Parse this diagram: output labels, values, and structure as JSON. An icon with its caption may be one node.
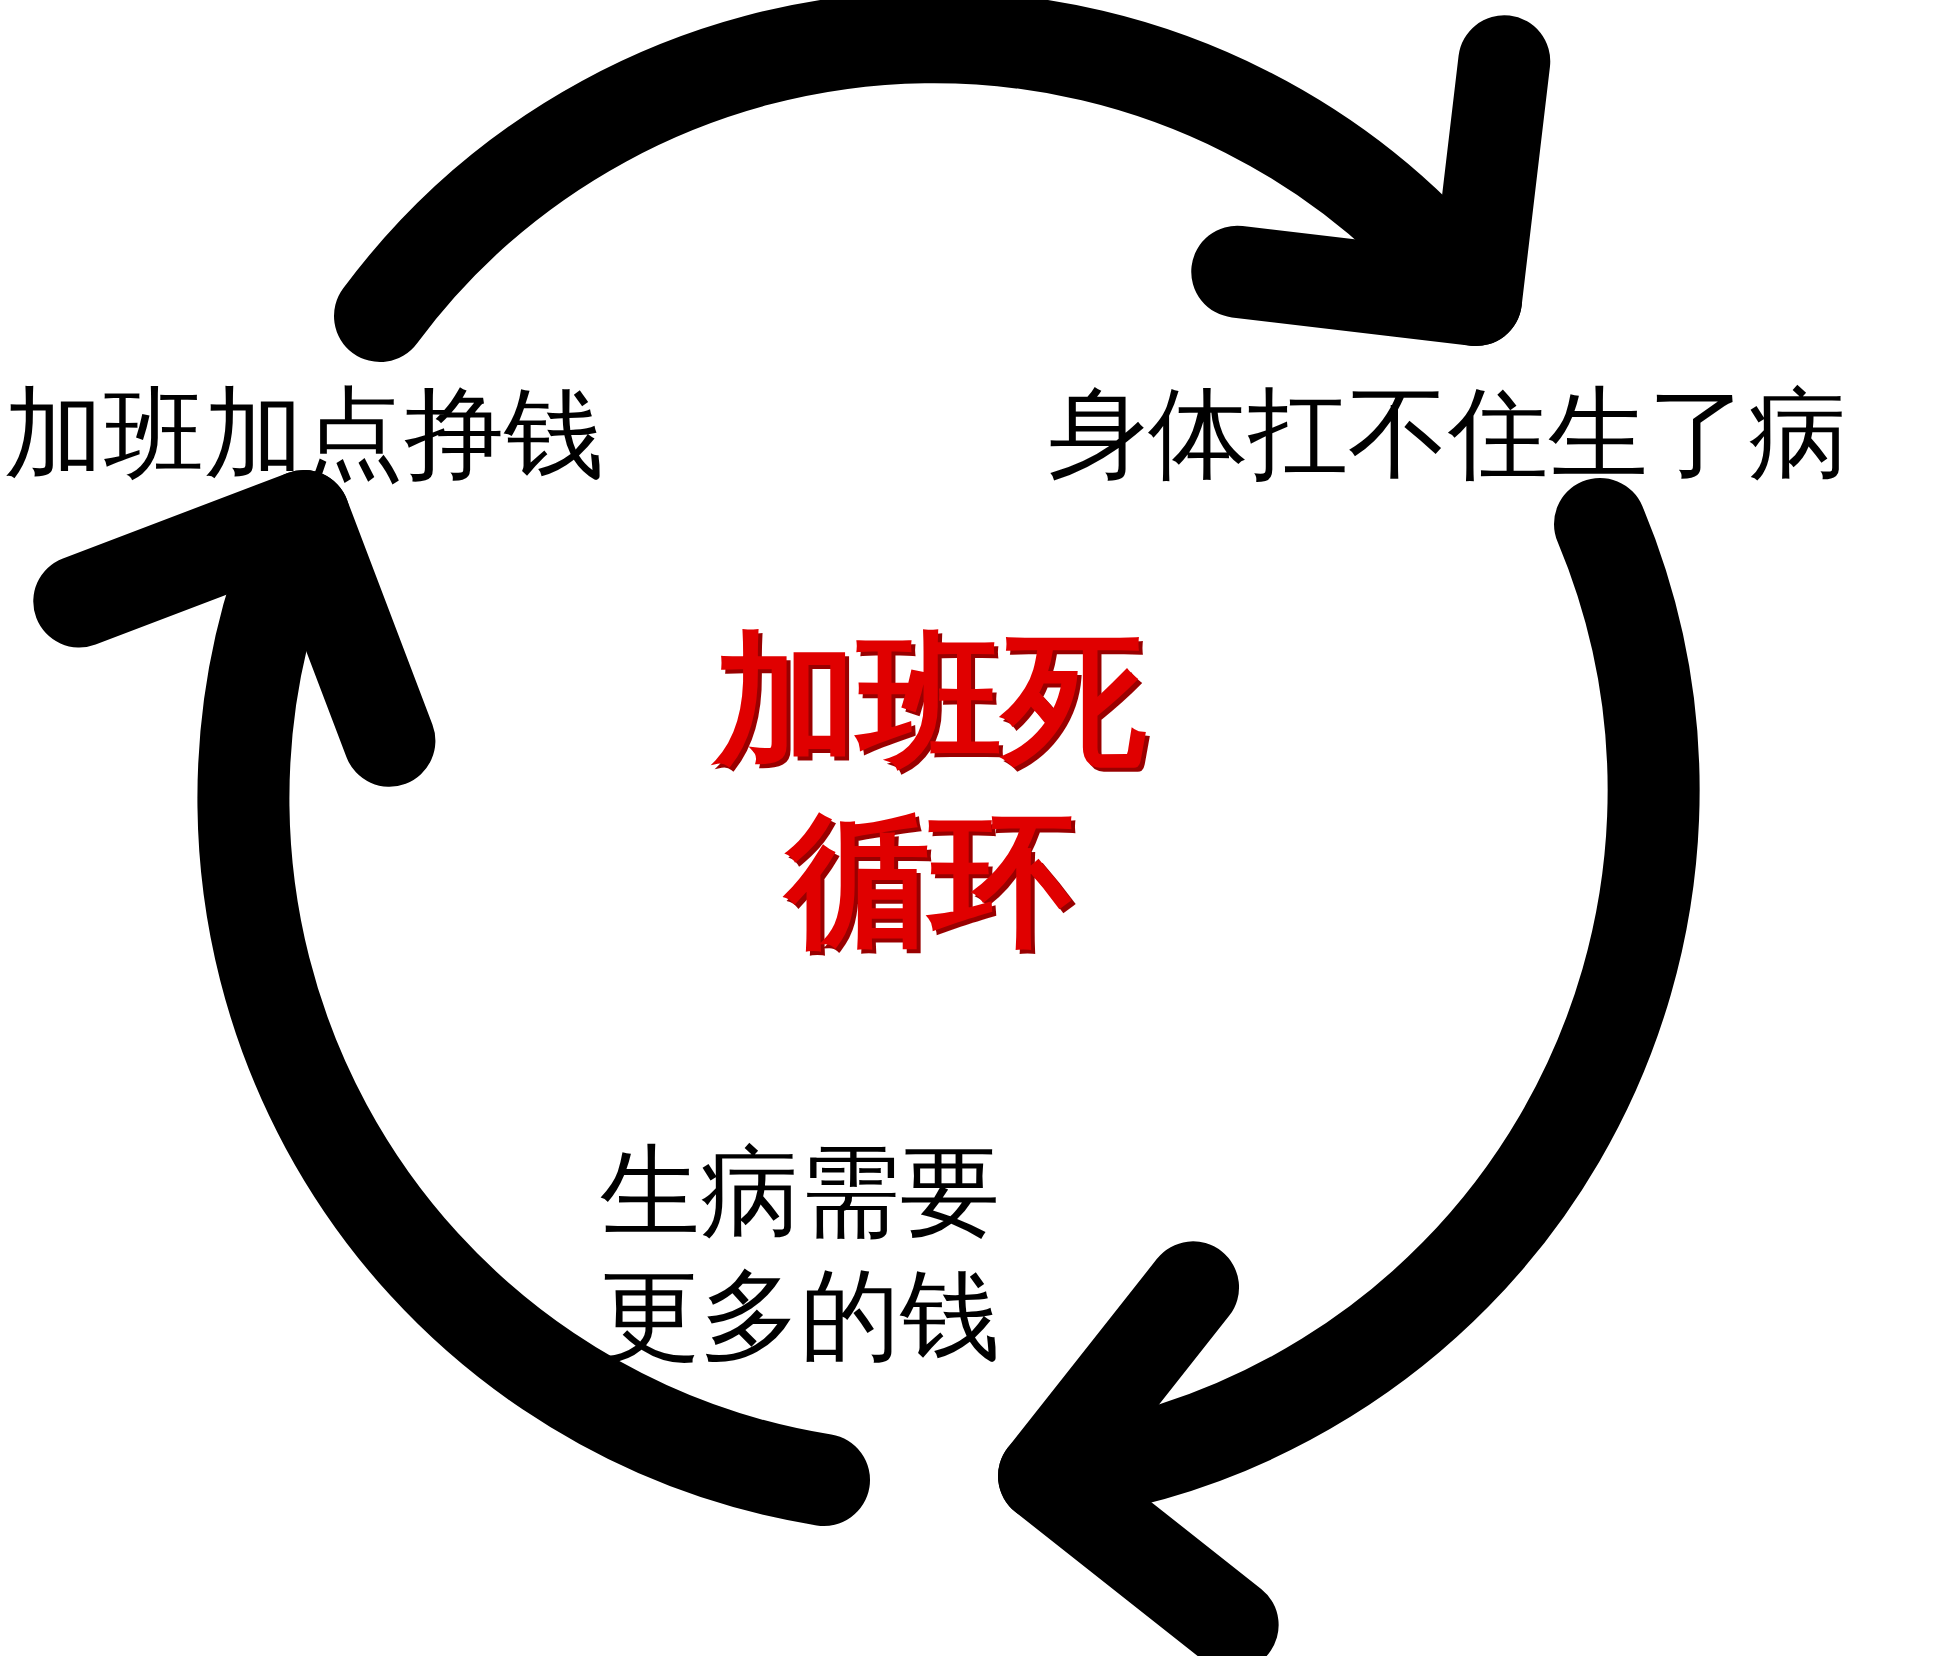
{
  "diagram": {
    "title": "加班死循环",
    "nodes": [
      {
        "text": [
          "加班加点挣钱"
        ]
      },
      {
        "text": [
          "身体扛不住生了病"
        ]
      },
      {
        "text": [
          "生病需要更多的钱"
        ]
      }
    ],
    "edges": [
      {
        "from": 0,
        "to": 1,
        "arrow": "to"
      },
      {
        "from": 1,
        "to": 2,
        "arrow": "to"
      },
      {
        "from": 2,
        "to": 0,
        "arrow": "to"
      }
    ]
  }
}
